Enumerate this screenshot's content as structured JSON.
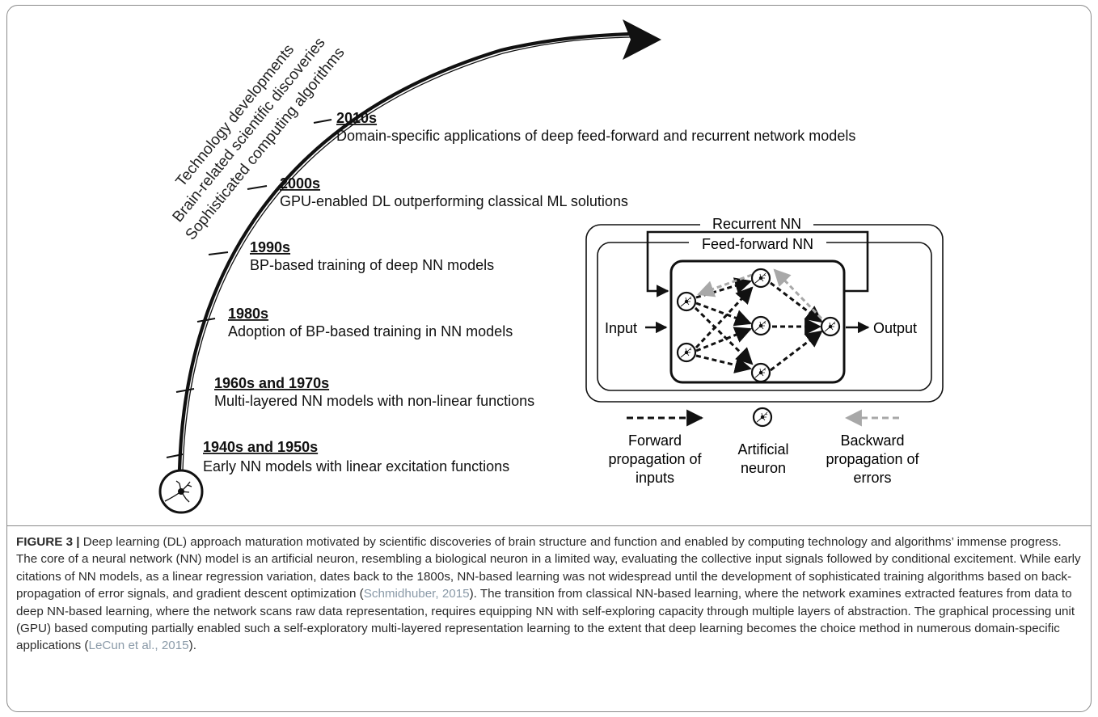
{
  "figure": {
    "arc_labels": [
      "Technology developments",
      "Brain-related scientific discoveries",
      "Sophisticated computing algorithms"
    ],
    "milestones": [
      {
        "era": "2010s",
        "desc": "Domain-specific applications of deep feed-forward and recurrent network models"
      },
      {
        "era": "2000s",
        "desc": "GPU-enabled DL outperforming classical ML solutions"
      },
      {
        "era": "1990s",
        "desc": "BP-based training of deep NN models"
      },
      {
        "era": "1980s",
        "desc": "Adoption of BP-based training in NN models"
      },
      {
        "era": "1960s and 1970s",
        "desc": "Multi-layered NN models with non-linear functions"
      },
      {
        "era": "1940s and 1950s",
        "desc": "Early NN models with linear excitation functions"
      }
    ],
    "diagram": {
      "recurrent_label": "Recurrent NN",
      "feedforward_label": "Feed-forward NN",
      "input_label": "Input",
      "output_label": "Output"
    },
    "legend": {
      "forward": [
        "Forward",
        "propagation of",
        "inputs"
      ],
      "neuron": [
        "Artificial",
        "neuron"
      ],
      "backward": [
        "Backward",
        "propagation of",
        "errors"
      ]
    },
    "colors": {
      "ink": "#111111",
      "gray_arrow": "#a8a8a8",
      "citation": "#8a9aa8"
    }
  },
  "caption": {
    "label": "FIGURE 3 |",
    "text_1": " Deep learning (DL) approach maturation motivated by scientific discoveries of brain structure and function and enabled by computing technology and algorithms’ immense progress. The core of a neural network (NN) model is an artificial neuron, resembling a biological neuron in a limited way, evaluating the collective input signals followed by conditional excitement. While early citations of NN models, as a linear regression variation, dates back to the 1800s, NN-based learning was not widespread until the development of sophisticated training algorithms based on back-propagation of error signals, and gradient descent optimization (",
    "cite_1": "Schmidhuber, 2015",
    "text_2": "). The transition from classical NN-based learning, where the network examines extracted features from data to deep NN-based learning, where the network scans raw data representation, requires equipping NN with self-exploring capacity through multiple layers of abstraction. The graphical processing unit (GPU) based computing partially enabled such a self-exploratory multi-layered representation learning to the extent that deep learning becomes the choice method in numerous domain-specific applications (",
    "cite_2": "LeCun et al., 2015",
    "text_3": ")."
  }
}
